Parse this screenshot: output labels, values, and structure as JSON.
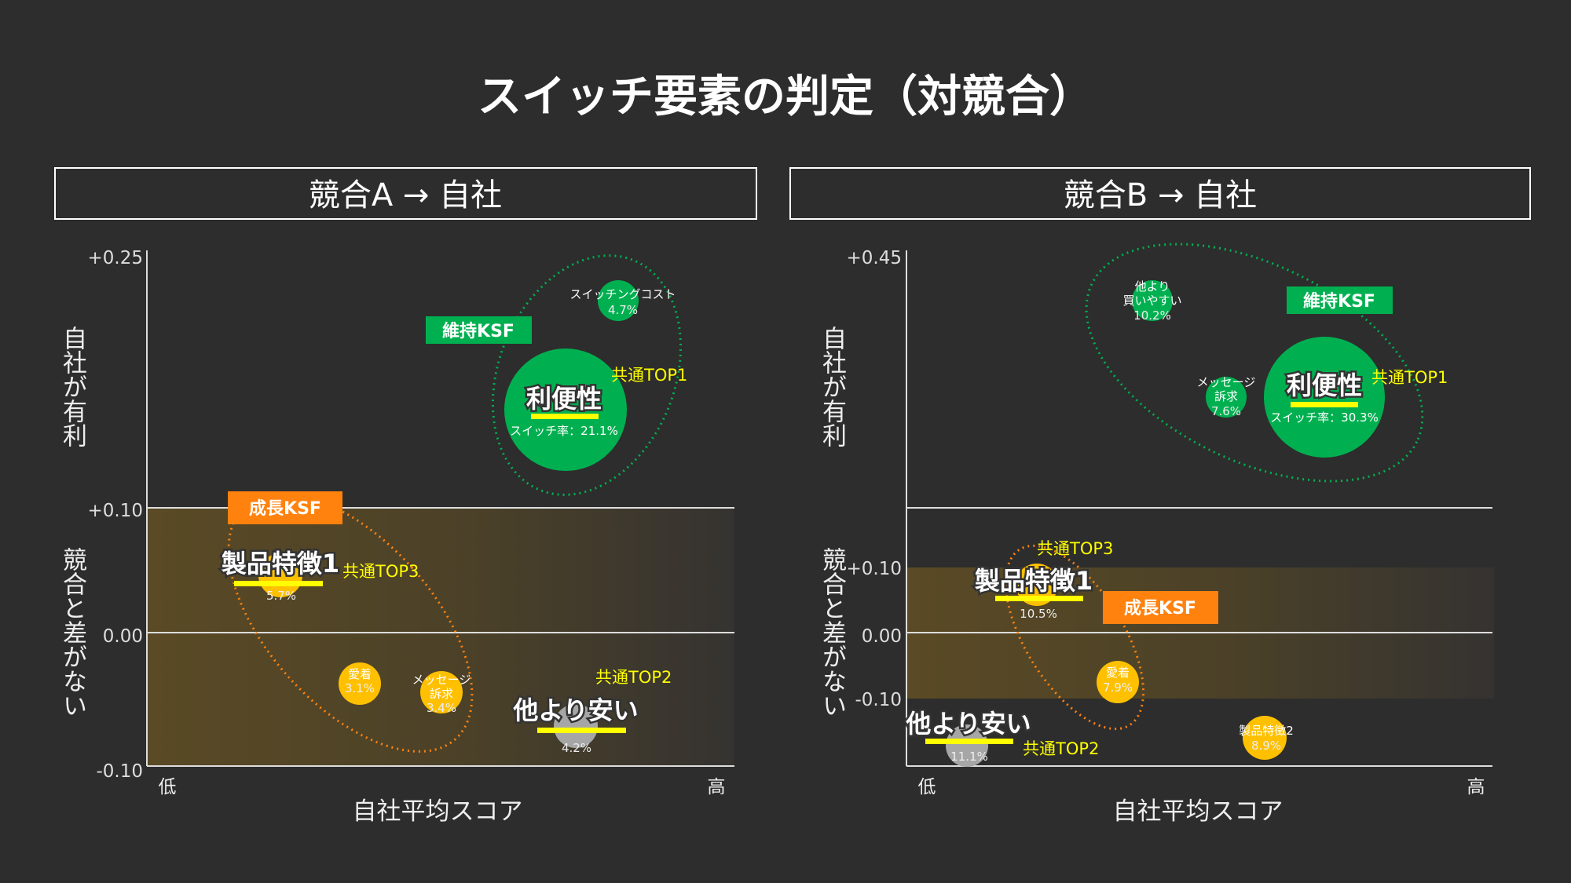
{
  "title": "スイッチ要素の判定（対競合）",
  "colors": {
    "background": "#2d2d2d",
    "green": "#00b050",
    "orange": "#ff820f",
    "gold": "#ffc000",
    "gray": "#a6a6a6",
    "highlight": "#ffff00"
  },
  "panels": [
    {
      "header": "競合A → 自社",
      "y_ticks": [
        "+0.25",
        "+0.10",
        "0.00",
        "-0.10"
      ],
      "y_label_top": "自社が有利",
      "y_label_bottom": "競合と差がない",
      "x_low": "低",
      "x_high": "高",
      "x_label": "自社平均スコア",
      "ksf_keep": "維持KSF",
      "ksf_grow": "成長KSF",
      "top1": "共通TOP1",
      "top2": "共通TOP2",
      "top3": "共通TOP3",
      "bubbles": [
        {
          "label": "スイッチングコスト",
          "value": "4.7%"
        },
        {
          "label": "利便性",
          "value": "スイッチ率：21.1%"
        },
        {
          "label": "製品特徴1",
          "value": "5.7%"
        },
        {
          "label": "愛着",
          "value": "3.1%"
        },
        {
          "label1": "メッセージ",
          "label2": "訴求",
          "value": "3.4%"
        },
        {
          "label": "他より安い",
          "value": "4.2%"
        }
      ]
    },
    {
      "header": "競合B → 自社",
      "y_ticks": [
        "+0.45",
        "+0.10",
        "0.00",
        "-0.10"
      ],
      "y_label_top": "自社が有利",
      "y_label_bottom": "競合と差がない",
      "x_low": "低",
      "x_high": "高",
      "x_label": "自社平均スコア",
      "ksf_keep": "維持KSF",
      "ksf_grow": "成長KSF",
      "top1": "共通TOP1",
      "top2": "共通TOP2",
      "top3": "共通TOP3",
      "bubbles": [
        {
          "label1": "他より",
          "label2": "買いやすい",
          "value": "10.2%"
        },
        {
          "label1": "メッセージ",
          "label2": "訴求",
          "value": "7.6%"
        },
        {
          "label": "利便性",
          "value": "スイッチ率：30.3%"
        },
        {
          "label": "製品特徴1",
          "value": "10.5%"
        },
        {
          "label": "愛着",
          "value": "7.9%"
        },
        {
          "label": "他より安い",
          "value": "11.1%"
        },
        {
          "label": "製品特徴2",
          "value": "8.9%"
        }
      ]
    }
  ]
}
